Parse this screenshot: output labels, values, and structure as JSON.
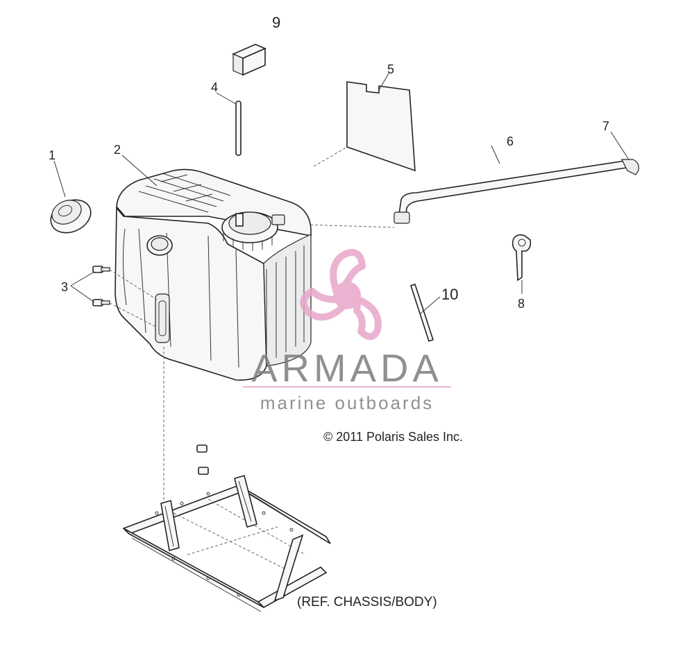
{
  "callouts": {
    "c1": "1",
    "c2": "2",
    "c3": "3",
    "c4": "4",
    "c5": "5",
    "c6": "6",
    "c7": "7",
    "c8": "8",
    "c9": "9",
    "c10": "10"
  },
  "watermark": {
    "brand": "ARMADA",
    "tagline": "marine outboards"
  },
  "copyright": "© 2011 Polaris Sales Inc.",
  "reference_note": "(REF. CHASSIS/BODY)",
  "colors": {
    "logo_pink": "#e8a6c9",
    "watermark_gray": "#7d7d7d",
    "line": "#222222"
  }
}
